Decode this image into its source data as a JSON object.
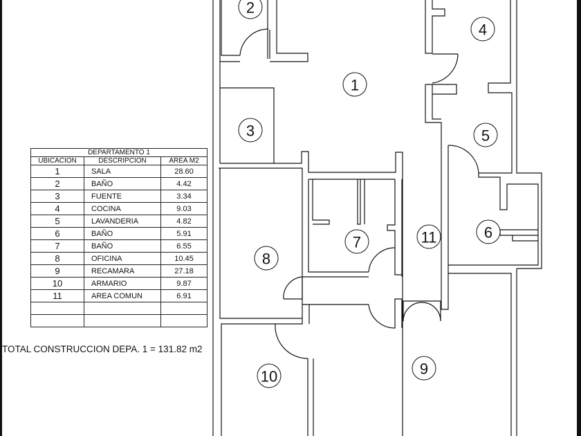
{
  "table": {
    "title": "DEPARTAMENTO 1",
    "headers": [
      "UBICACION",
      "DESCRIPCION",
      "AREA M2"
    ],
    "rows": [
      {
        "num": "1",
        "desc": "SALA",
        "area": "28.60"
      },
      {
        "num": "2",
        "desc": "BAÑO",
        "area": "4.42"
      },
      {
        "num": "3",
        "desc": "FUENTE",
        "area": "3.34"
      },
      {
        "num": "4",
        "desc": "COCINA",
        "area": "9.03"
      },
      {
        "num": "5",
        "desc": "LAVANDERIA",
        "area": "4.82"
      },
      {
        "num": "6",
        "desc": "BAÑO",
        "area": "5.91"
      },
      {
        "num": "7",
        "desc": "BAÑO",
        "area": "6.55"
      },
      {
        "num": "8",
        "desc": "OFICINA",
        "area": "10.45"
      },
      {
        "num": "9",
        "desc": "RECAMARA",
        "area": "27.18"
      },
      {
        "num": "10",
        "desc": "ARMARIO",
        "area": "9.87"
      },
      {
        "num": "11",
        "desc": "AREA COMUN",
        "area": "6.91"
      }
    ]
  },
  "total": "TOTAL CONSTRUCCION DEPA. 1 = 131.82 m2",
  "rooms": [
    "1",
    "2",
    "3",
    "4",
    "5",
    "6",
    "7",
    "8",
    "9",
    "10",
    "11"
  ]
}
